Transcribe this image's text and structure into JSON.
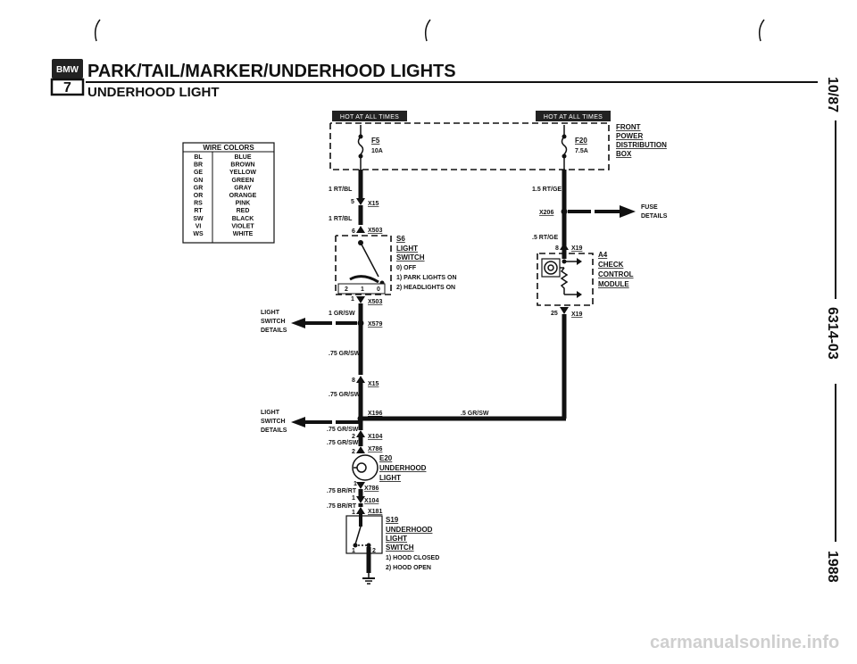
{
  "page": {
    "title": "PARK/TAIL/MARKER/UNDERHOOD LIGHTS",
    "subtitle": "UNDERHOOD LIGHT",
    "logo": "BMW",
    "series_badge": "7",
    "side_date": "10/87",
    "side_code": "6314-03",
    "side_year": "1988",
    "watermark": "carmanualsonline.info"
  },
  "wire_colors": {
    "header": "WIRE COLORS",
    "rows": [
      [
        "BL",
        "BLUE"
      ],
      [
        "BR",
        "BROWN"
      ],
      [
        "GE",
        "YELLOW"
      ],
      [
        "GN",
        "GREEN"
      ],
      [
        "GR",
        "GRAY"
      ],
      [
        "OR",
        "ORANGE"
      ],
      [
        "RS",
        "PINK"
      ],
      [
        "RT",
        "RED"
      ],
      [
        "SW",
        "BLACK"
      ],
      [
        "VI",
        "VIOLET"
      ],
      [
        "WS",
        "WHITE"
      ]
    ]
  },
  "distribution": {
    "hot1": "HOT AT ALL TIMES",
    "hot2": "HOT AT ALL TIMES",
    "fuse1_id": "F5",
    "fuse1_rating": "10A",
    "fuse2_id": "F20",
    "fuse2_rating": "7.5A",
    "label": [
      "FRONT",
      "POWER",
      "DISTRIBUTION",
      "BOX"
    ]
  },
  "left_circuit": {
    "w_rtbl_1": "1  RT/BL",
    "x15a": "X15",
    "x15a_pin": "5",
    "w_rtbl_2": "1  RT/BL",
    "x503a": "X503",
    "x503a_pin": "6",
    "switch_id": "S6",
    "switch_name": [
      "LIGHT",
      "SWITCH"
    ],
    "switch_pos": [
      "0) OFF",
      "1) PARK LIGHTS ON",
      "2) HEADLIGHTS ON"
    ],
    "switch_contacts": [
      "2",
      "1",
      "0"
    ],
    "x503b": "X503",
    "x503b_pin": "1",
    "details1": [
      "LIGHT",
      "SWITCH",
      "DETAILS"
    ],
    "w_grsw_1": "1  GR/SW",
    "x579": "X579",
    "w_grsw_2": ".75 GR/SW",
    "x15b": "X15",
    "x15b_pin": "8",
    "w_grsw_3": ".75 GR/SW",
    "x196": "X196",
    "details2": [
      "LIGHT",
      "SWITCH",
      "DETAILS"
    ],
    "w_grsw_4": ".75 GR/SW",
    "x104a": "X104",
    "x104a_pin": "2",
    "w_grsw_5": ".75 GR/SW",
    "x786a": "X786",
    "x786a_pin": "2",
    "lamp_id": "E20",
    "lamp_name": [
      "UNDERHOOD",
      "LIGHT"
    ],
    "lamp_pin": "1",
    "x786b": "X786",
    "w_brrt_1": ".75 BR/RT",
    "x104b": "X104",
    "x104b_pin": "1",
    "w_brrt_2": ".75 BR/RT",
    "x181": "X181",
    "x181_pin": "1",
    "hood_sw_id": "S19",
    "hood_sw_name": [
      "UNDERHOOD",
      "LIGHT",
      "SWITCH"
    ],
    "hood_sw_pos": [
      "1) HOOD CLOSED",
      "2) HOOD OPEN"
    ],
    "hood_contacts": [
      "1",
      "2"
    ]
  },
  "right_circuit": {
    "w_rtge_1": "1.5  RT/GE",
    "x206": "X206",
    "fuse_details": [
      "FUSE",
      "DETAILS"
    ],
    "w_rtge_2": ".5  RT/GE",
    "x19a": "X19",
    "x19a_pin": "8",
    "module_id": "A4",
    "module_name": [
      "CHECK",
      "CONTROL",
      "MODULE"
    ],
    "x19b": "X19",
    "x19b_pin": "25",
    "w_grsw": ".5  GR/SW"
  }
}
